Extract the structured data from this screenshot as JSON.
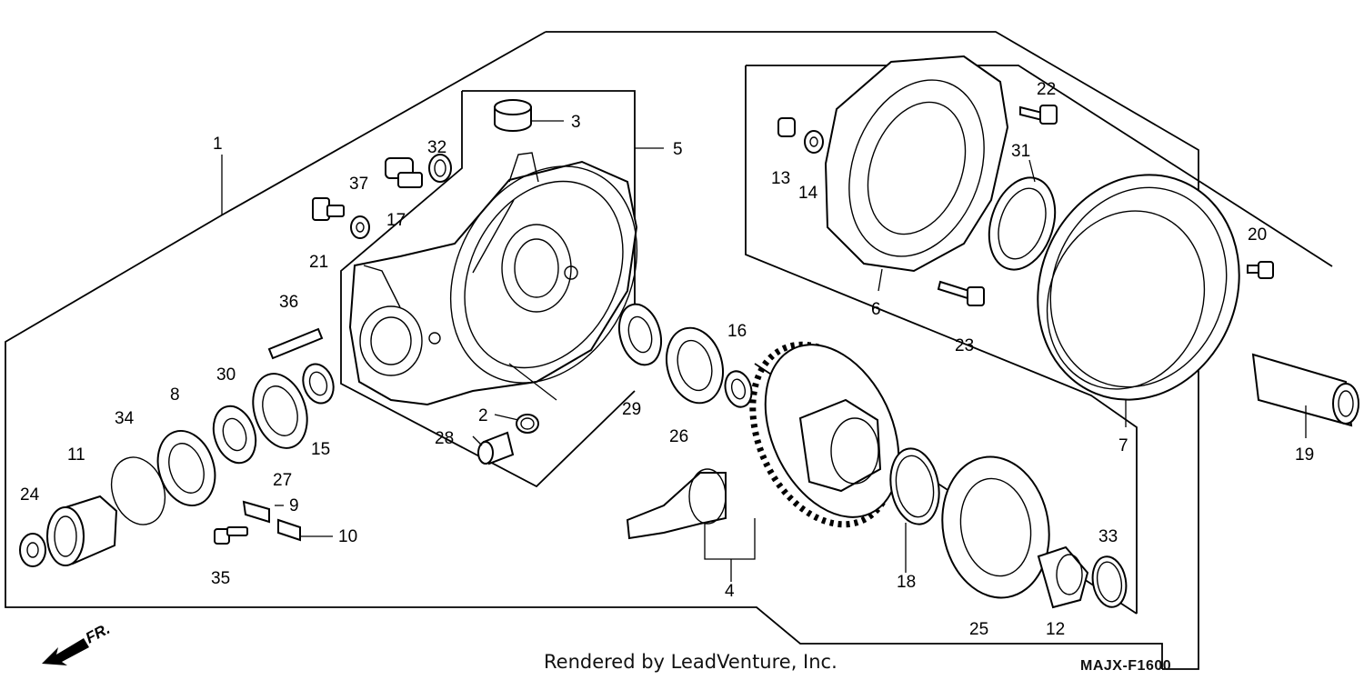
{
  "footer": {
    "credit": "Rendered by LeadVenture, Inc.",
    "diagram_code": "MAJX-F1600"
  },
  "direction_indicator": {
    "label": "FR."
  },
  "callouts": [
    "1",
    "2",
    "3",
    "4",
    "5",
    "6",
    "7",
    "8",
    "9",
    "10",
    "11",
    "12",
    "13",
    "14",
    "15",
    "16",
    "17",
    "18",
    "19",
    "20",
    "21",
    "22",
    "23",
    "24",
    "25",
    "26",
    "27",
    "28",
    "29",
    "30",
    "31",
    "32",
    "33",
    "34",
    "35",
    "36",
    "37"
  ]
}
